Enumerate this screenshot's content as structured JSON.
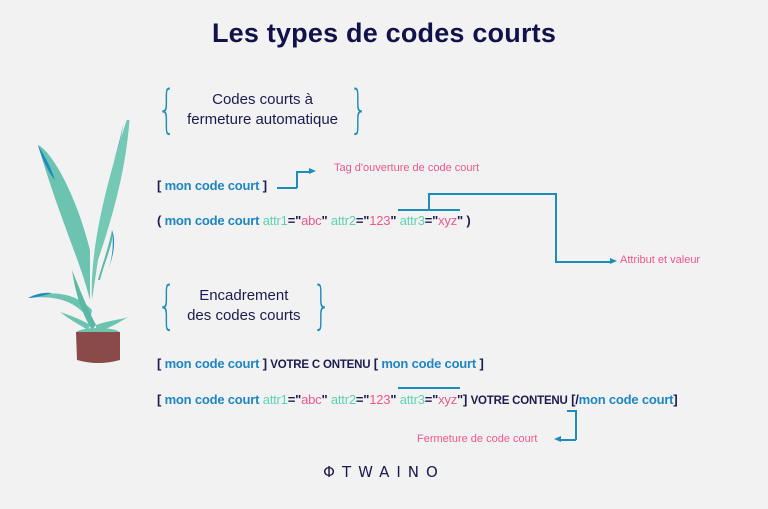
{
  "title": "Les types de codes courts",
  "sections": [
    {
      "heading_line1": "Codes courts à",
      "heading_line2": "fermeture automatique",
      "examples": [
        {
          "open": "[",
          "name": "mon code court",
          "close": "]"
        },
        {
          "open": "(",
          "name": "mon code court",
          "attrs": [
            {
              "key": "attr1",
              "eq": "=",
              "value": "abc"
            },
            {
              "key": "attr2",
              "eq": "=",
              "value": "123"
            },
            {
              "key": "attr3",
              "eq": "=",
              "value": "xyz"
            }
          ],
          "close": ")"
        }
      ],
      "annotations": {
        "opening_tag": "Tag d'ouverture de code court",
        "attribute_value": "Attribut et valeur"
      }
    },
    {
      "heading_line1": "Encadrement",
      "heading_line2": "des codes courts",
      "examples": [
        {
          "open": "[",
          "name": "mon code court",
          "close": "]",
          "content": "VOTRE C ONTENU",
          "open2": "[",
          "name2": "mon code court",
          "close2": "]"
        },
        {
          "open": "[",
          "name": "mon code court",
          "attrs": [
            {
              "key": "attr1",
              "eq": "=",
              "value": "abc"
            },
            {
              "key": "attr2",
              "eq": "=",
              "value": "123"
            },
            {
              "key": "attr3",
              "eq": "=",
              "value": "xyz"
            }
          ],
          "close": "]",
          "content": "VOTRE CONTENU",
          "closing_open": "[/",
          "closing_name": "mon code court",
          "closing_close": "]"
        }
      ],
      "annotations": {
        "closing_tag": "Fermeture de code court"
      }
    }
  ],
  "brand": {
    "logo_text": "TWAINO",
    "logo_icon": "tree-icon"
  },
  "illustration": "potted-plant",
  "colors": {
    "background": "#f2f2f2",
    "title": "#12124a",
    "code_name": "#1f86c1",
    "attr_key": "#5fd1b1",
    "attr_value": "#f0588a",
    "annotation": "#f0588a",
    "connector": "#1e8cb8",
    "pot": "#8a4a4a",
    "leaves": "#6cc4b0"
  }
}
